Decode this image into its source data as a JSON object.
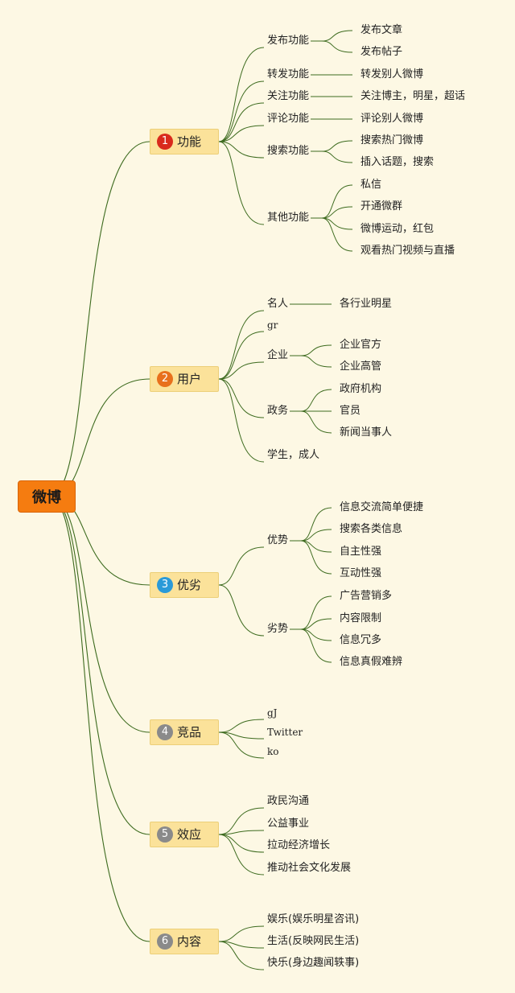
{
  "root": {
    "label": "微博"
  },
  "colors": {
    "line": "#3d6b1f",
    "root": "#f57c10",
    "category": "#fbe29a",
    "background": "#fdf8e4"
  },
  "categories": [
    {
      "num": "1",
      "badge_color": "#d92a1c",
      "label": "功能",
      "children": [
        {
          "label": "发布功能",
          "children": [
            "发布文章",
            "发布帖子"
          ]
        },
        {
          "label": "转发功能",
          "children": [
            "转发别人微博"
          ]
        },
        {
          "label": "关注功能",
          "children": [
            "关注博主，明星，超话"
          ]
        },
        {
          "label": "评论功能",
          "children": [
            "评论别人微博"
          ]
        },
        {
          "label": "搜索功能",
          "children": [
            "搜索热门微博",
            "插入话题，搜索"
          ]
        },
        {
          "label": "其他功能",
          "children": [
            "私信",
            "开通微群",
            "微博运动，红包",
            "观看热门视频与直播"
          ]
        }
      ]
    },
    {
      "num": "2",
      "badge_color": "#e8701c",
      "label": "用户",
      "children": [
        {
          "label": "名人",
          "children": [
            "各行业明星"
          ]
        },
        {
          "label": "gr",
          "children": []
        },
        {
          "label": "企业",
          "children": [
            "企业官方",
            "企业高管"
          ]
        },
        {
          "label": "政务",
          "children": [
            "政府机构",
            "官员",
            "新闻当事人"
          ]
        },
        {
          "label": "学生，成人",
          "children": []
        }
      ]
    },
    {
      "num": "3",
      "badge_color": "#2a9ad8",
      "label": "优劣",
      "children": [
        {
          "label": "优势",
          "children": [
            "信息交流简单便捷",
            "搜索各类信息",
            "自主性强",
            "互动性强"
          ]
        },
        {
          "label": "劣势",
          "children": [
            "广告营销多",
            "内容限制",
            "信息冗多",
            "信息真假难辨"
          ]
        }
      ]
    },
    {
      "num": "4",
      "badge_color": "#8a8a8a",
      "label": "竞品",
      "children": [
        {
          "label": "gJ",
          "children": []
        },
        {
          "label": "Twitter",
          "children": []
        },
        {
          "label": "ko",
          "children": []
        }
      ]
    },
    {
      "num": "5",
      "badge_color": "#8a8a8a",
      "label": "效应",
      "children": [
        {
          "label": "政民沟通",
          "children": []
        },
        {
          "label": "公益事业",
          "children": []
        },
        {
          "label": "拉动经济增长",
          "children": []
        },
        {
          "label": "推动社会文化发展",
          "children": []
        }
      ]
    },
    {
      "num": "6",
      "badge_color": "#8a8a8a",
      "label": "内容",
      "children": [
        {
          "label": "娱乐(娱乐明星咨讯)",
          "children": []
        },
        {
          "label": "生活(反映网民生活)",
          "children": []
        },
        {
          "label": "快乐(身边趣闻轶事)",
          "children": []
        }
      ]
    }
  ]
}
